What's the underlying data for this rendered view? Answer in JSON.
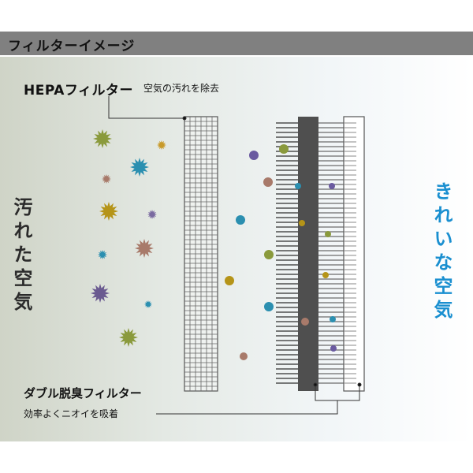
{
  "header": {
    "title": "フィルターイメージ"
  },
  "hepa": {
    "title": "HEPAフィルター",
    "description": "空気の汚れを除去"
  },
  "double": {
    "title": "ダブル脱臭フィルター",
    "description": "効率よくニオイを吸着"
  },
  "left_label": "汚れた空気",
  "right_label": "きれいな空気",
  "colors": {
    "header_bg": "#808080",
    "clean_text": "#1a8fd0",
    "line_dirty": "#9fb8ae",
    "line_clean": "#8fd0ee",
    "filter_dark": "#555555"
  }
}
